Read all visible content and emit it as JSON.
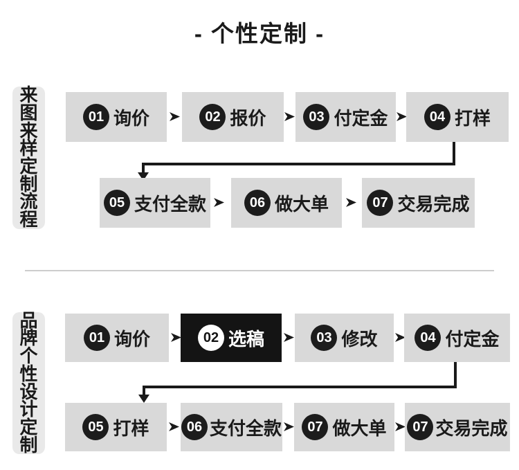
{
  "title": "- 个性定制 -",
  "colors": {
    "box_bg": "#d9d9d9",
    "label_bg": "#e9e9e9",
    "ink": "#1a1a1a",
    "highlight_bg": "#141414",
    "highlight_text": "#ffffff",
    "divider": "#cccccc"
  },
  "sections": [
    {
      "label": "来图来样定制流程",
      "rows": [
        {
          "steps": [
            {
              "num": "01",
              "text": "询价"
            },
            {
              "num": "02",
              "text": "报价"
            },
            {
              "num": "03",
              "text": "付定金"
            },
            {
              "num": "04",
              "text": "打样"
            }
          ]
        },
        {
          "steps": [
            {
              "num": "05",
              "text": "支付全款"
            },
            {
              "num": "06",
              "text": "做大单"
            },
            {
              "num": "07",
              "text": "交易完成"
            }
          ]
        }
      ]
    },
    {
      "label": "品牌个性设计定制",
      "rows": [
        {
          "steps": [
            {
              "num": "01",
              "text": "询价"
            },
            {
              "num": "02",
              "text": "选稿",
              "highlighted": true
            },
            {
              "num": "03",
              "text": "修改"
            },
            {
              "num": "04",
              "text": "付定金"
            }
          ]
        },
        {
          "steps": [
            {
              "num": "05",
              "text": "打样"
            },
            {
              "num": "06",
              "text": "支付全款"
            },
            {
              "num": "07",
              "text": "做大单"
            },
            {
              "num": "07",
              "text": "交易完成"
            }
          ]
        }
      ]
    }
  ]
}
